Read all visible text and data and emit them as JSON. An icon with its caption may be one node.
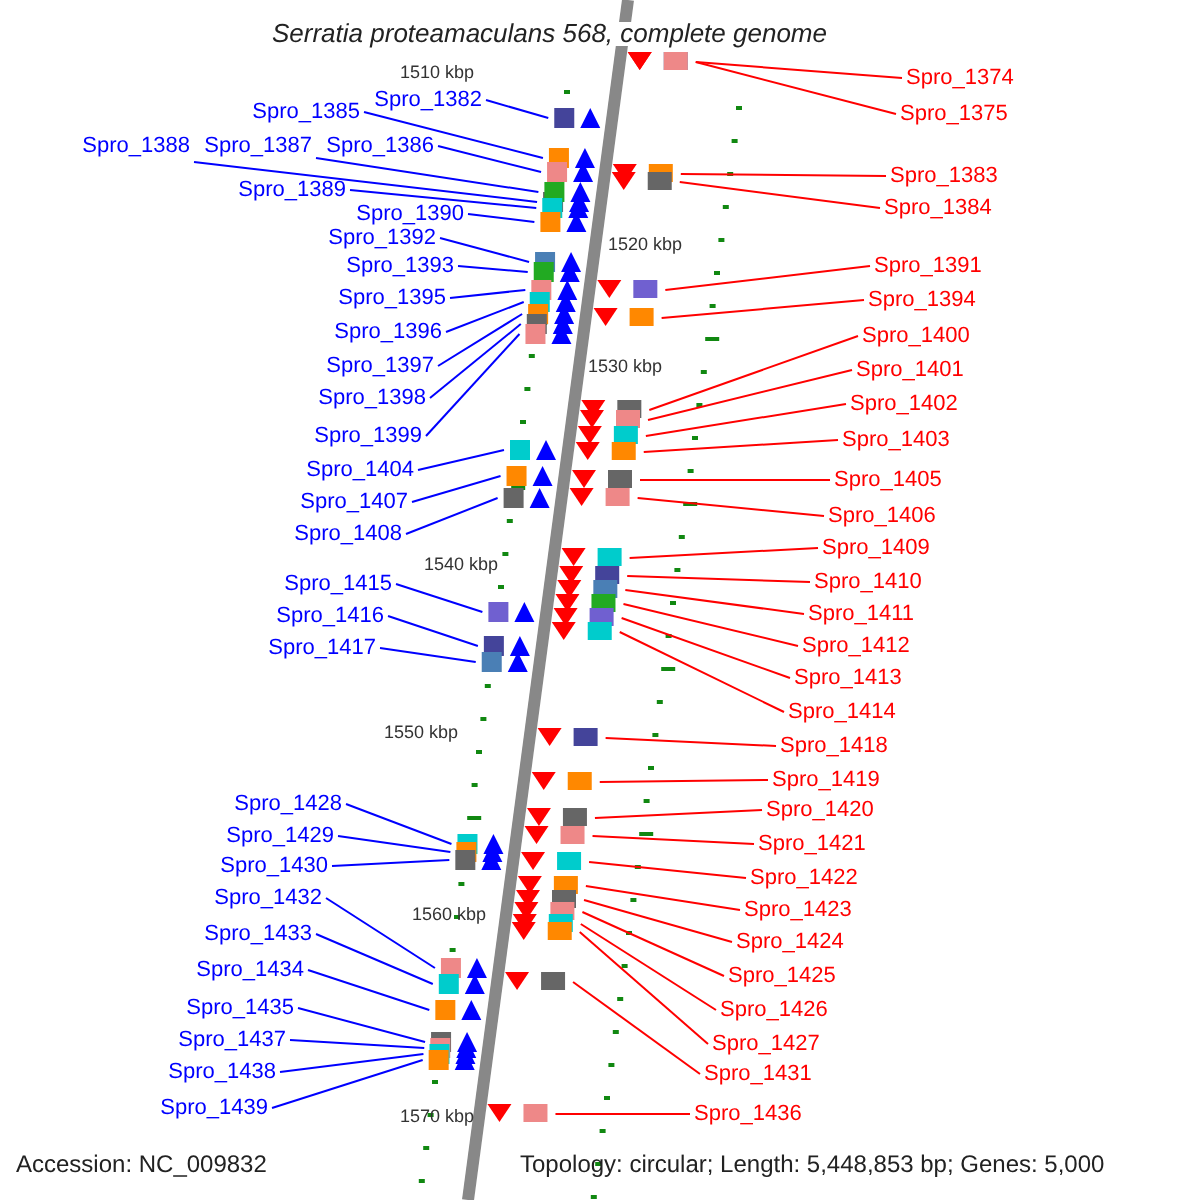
{
  "diagram": {
    "title": "Serratia proteamaculans 568, complete genome",
    "nodes": [
      {
        "text": [
          "Spro_1374"
        ]
      },
      {
        "text": [
          "Spro_1382"
        ]
      },
      {
        "text": [
          "Spro_1385"
        ]
      },
      {
        "text": [
          "Spro_1375"
        ]
      },
      {
        "text": [
          "Spro_1388"
        ]
      },
      {
        "text": [
          "Spro_1387"
        ]
      },
      {
        "text": [
          "Spro_1386"
        ]
      },
      {
        "text": [
          "Spro_1383"
        ]
      },
      {
        "text": [
          "Spro_1389"
        ]
      },
      {
        "text": [
          "Spro_1384"
        ]
      },
      {
        "text": [
          "Spro_1390"
        ]
      },
      {
        "text": [
          "Spro_1392"
        ]
      },
      {
        "text": [
          "Spro_1391"
        ]
      },
      {
        "text": [
          "Spro_1393"
        ]
      },
      {
        "text": [
          "Spro_1395"
        ]
      },
      {
        "text": [
          "Spro_1394"
        ]
      },
      {
        "text": [
          "Spro_1396"
        ]
      },
      {
        "text": [
          "Spro_1400"
        ]
      },
      {
        "text": [
          "Spro_1397"
        ]
      },
      {
        "text": [
          "Spro_1401"
        ]
      },
      {
        "text": [
          "Spro_1398"
        ]
      },
      {
        "text": [
          "Spro_1402"
        ]
      },
      {
        "text": [
          "Spro_1399"
        ]
      },
      {
        "text": [
          "Spro_1403"
        ]
      },
      {
        "text": [
          "Spro_1404"
        ]
      },
      {
        "text": [
          "Spro_1405"
        ]
      },
      {
        "text": [
          "Spro_1407"
        ]
      },
      {
        "text": [
          "Spro_1406"
        ]
      },
      {
        "text": [
          "Spro_1408"
        ]
      },
      {
        "text": [
          "Spro_1409"
        ]
      },
      {
        "text": [
          "Spro_1410"
        ]
      },
      {
        "text": [
          "Spro_1415"
        ]
      },
      {
        "text": [
          "Spro_1411"
        ]
      },
      {
        "text": [
          "Spro_1416"
        ]
      },
      {
        "text": [
          "Spro_1412"
        ]
      },
      {
        "text": [
          "Spro_1417"
        ]
      },
      {
        "text": [
          "Spro_1413"
        ]
      },
      {
        "text": [
          "Spro_1414"
        ]
      },
      {
        "text": [
          "Spro_1418"
        ]
      },
      {
        "text": [
          "Spro_1419"
        ]
      },
      {
        "text": [
          "Spro_1428"
        ]
      },
      {
        "text": [
          "Spro_1420"
        ]
      },
      {
        "text": [
          "Spro_1429"
        ]
      },
      {
        "text": [
          "Spro_1421"
        ]
      },
      {
        "text": [
          "Spro_1430"
        ]
      },
      {
        "text": [
          "Spro_1422"
        ]
      },
      {
        "text": [
          "Spro_1432"
        ]
      },
      {
        "text": [
          "Spro_1423"
        ]
      },
      {
        "text": [
          "Spro_1433"
        ]
      },
      {
        "text": [
          "Spro_1424"
        ]
      },
      {
        "text": [
          "Spro_1434"
        ]
      },
      {
        "text": [
          "Spro_1425"
        ]
      },
      {
        "text": [
          "Spro_1435"
        ]
      },
      {
        "text": [
          "Spro_1426"
        ]
      },
      {
        "text": [
          "Spro_1437"
        ]
      },
      {
        "text": [
          "Spro_1427"
        ]
      },
      {
        "text": [
          "Spro_1438"
        ]
      },
      {
        "text": [
          "Spro_1431"
        ]
      },
      {
        "text": [
          "Spro_1439"
        ]
      },
      {
        "text": [
          "Spro_1436"
        ]
      }
    ],
    "edges": [
      {
        "from": 0,
        "to": null,
        "arrow": "none",
        "color": "#ff0000"
      },
      {
        "from": 1,
        "to": null,
        "arrow": "none",
        "color": "#0000ff"
      },
      {
        "from": 2,
        "to": null,
        "arrow": "none",
        "color": "#0000ff"
      },
      {
        "from": 3,
        "to": null,
        "arrow": "none",
        "color": "#ff0000"
      },
      {
        "from": 4,
        "to": null,
        "arrow": "none",
        "color": "#0000ff"
      },
      {
        "from": 5,
        "to": null,
        "arrow": "none",
        "color": "#0000ff"
      },
      {
        "from": 6,
        "to": null,
        "arrow": "none",
        "color": "#0000ff"
      },
      {
        "from": 7,
        "to": null,
        "arrow": "none",
        "color": "#ff0000"
      },
      {
        "from": 8,
        "to": null,
        "arrow": "none",
        "color": "#0000ff"
      },
      {
        "from": 9,
        "to": null,
        "arrow": "none",
        "color": "#ff0000"
      },
      {
        "from": 10,
        "to": null,
        "arrow": "none",
        "color": "#0000ff"
      },
      {
        "from": 11,
        "to": null,
        "arrow": "none",
        "color": "#0000ff"
      },
      {
        "from": 12,
        "to": null,
        "arrow": "none",
        "color": "#ff0000"
      },
      {
        "from": 13,
        "to": null,
        "arrow": "none",
        "color": "#0000ff"
      },
      {
        "from": 14,
        "to": null,
        "arrow": "none",
        "color": "#0000ff"
      },
      {
        "from": 15,
        "to": null,
        "arrow": "none",
        "color": "#ff0000"
      },
      {
        "from": 16,
        "to": null,
        "arrow": "none",
        "color": "#0000ff"
      },
      {
        "from": 17,
        "to": null,
        "arrow": "none",
        "color": "#ff0000"
      },
      {
        "from": 18,
        "to": null,
        "arrow": "none",
        "color": "#0000ff"
      },
      {
        "from": 19,
        "to": null,
        "arrow": "none",
        "color": "#ff0000"
      },
      {
        "from": 20,
        "to": null,
        "arrow": "none",
        "color": "#0000ff"
      },
      {
        "from": 21,
        "to": null,
        "arrow": "none",
        "color": "#ff0000"
      },
      {
        "from": 22,
        "to": null,
        "arrow": "none",
        "color": "#0000ff"
      },
      {
        "from": 23,
        "to": null,
        "arrow": "none",
        "color": "#ff0000"
      },
      {
        "from": 24,
        "to": null,
        "arrow": "none",
        "color": "#0000ff"
      },
      {
        "from": 25,
        "to": null,
        "arrow": "none",
        "color": "#ff0000"
      },
      {
        "from": 26,
        "to": null,
        "arrow": "none",
        "color": "#0000ff"
      },
      {
        "from": 27,
        "to": null,
        "arrow": "none",
        "color": "#ff0000"
      },
      {
        "from": 28,
        "to": null,
        "arrow": "none",
        "color": "#0000ff"
      },
      {
        "from": 29,
        "to": null,
        "arrow": "none",
        "color": "#ff0000"
      },
      {
        "from": 30,
        "to": null,
        "arrow": "none",
        "color": "#ff0000"
      },
      {
        "from": 31,
        "to": null,
        "arrow": "none",
        "color": "#0000ff"
      },
      {
        "from": 32,
        "to": null,
        "arrow": "none",
        "color": "#ff0000"
      },
      {
        "from": 33,
        "to": null,
        "arrow": "none",
        "color": "#0000ff"
      },
      {
        "from": 34,
        "to": null,
        "arrow": "none",
        "color": "#ff0000"
      },
      {
        "from": 35,
        "to": null,
        "arrow": "none",
        "color": "#0000ff"
      },
      {
        "from": 36,
        "to": null,
        "arrow": "none",
        "color": "#ff0000"
      },
      {
        "from": 37,
        "to": null,
        "arrow": "none",
        "color": "#ff0000"
      },
      {
        "from": 38,
        "to": null,
        "arrow": "none",
        "color": "#ff0000"
      },
      {
        "from": 39,
        "to": null,
        "arrow": "none",
        "color": "#ff0000"
      },
      {
        "from": 40,
        "to": null,
        "arrow": "none",
        "color": "#0000ff"
      },
      {
        "from": 41,
        "to": null,
        "arrow": "none",
        "color": "#ff0000"
      },
      {
        "from": 42,
        "to": null,
        "arrow": "none",
        "color": "#0000ff"
      },
      {
        "from": 43,
        "to": null,
        "arrow": "none",
        "color": "#ff0000"
      },
      {
        "from": 44,
        "to": null,
        "arrow": "none",
        "color": "#0000ff"
      },
      {
        "from": 45,
        "to": null,
        "arrow": "none",
        "color": "#ff0000"
      },
      {
        "from": 46,
        "to": null,
        "arrow": "none",
        "color": "#0000ff"
      },
      {
        "from": 47,
        "to": null,
        "arrow": "none",
        "color": "#ff0000"
      },
      {
        "from": 48,
        "to": null,
        "arrow": "none",
        "color": "#0000ff"
      },
      {
        "from": 49,
        "to": null,
        "arrow": "none",
        "color": "#ff0000"
      },
      {
        "from": 50,
        "to": null,
        "arrow": "none",
        "color": "#0000ff"
      },
      {
        "from": 51,
        "to": null,
        "arrow": "none",
        "color": "#ff0000"
      },
      {
        "from": 52,
        "to": null,
        "arrow": "none",
        "color": "#0000ff"
      },
      {
        "from": 53,
        "to": null,
        "arrow": "none",
        "color": "#ff0000"
      },
      {
        "from": 54,
        "to": null,
        "arrow": "none",
        "color": "#0000ff"
      },
      {
        "from": 55,
        "to": null,
        "arrow": "none",
        "color": "#ff0000"
      },
      {
        "from": 56,
        "to": null,
        "arrow": "none",
        "color": "#0000ff"
      },
      {
        "from": 57,
        "to": null,
        "arrow": "none",
        "color": "#ff0000"
      },
      {
        "from": 58,
        "to": null,
        "arrow": "none",
        "color": "#0000ff"
      },
      {
        "from": 59,
        "to": null,
        "arrow": "none",
        "color": "#ff0000"
      }
    ],
    "labels": [
      "1510 kbp",
      "1520 kbp",
      "1530 kbp",
      "1540 kbp",
      "1550 kbp",
      "1560 kbp",
      "1570 kbp",
      "Accession: NC_009832",
      "Topology: circular; Length: 5,448,853 bp; Genes: 5,000"
    ]
  }
}
